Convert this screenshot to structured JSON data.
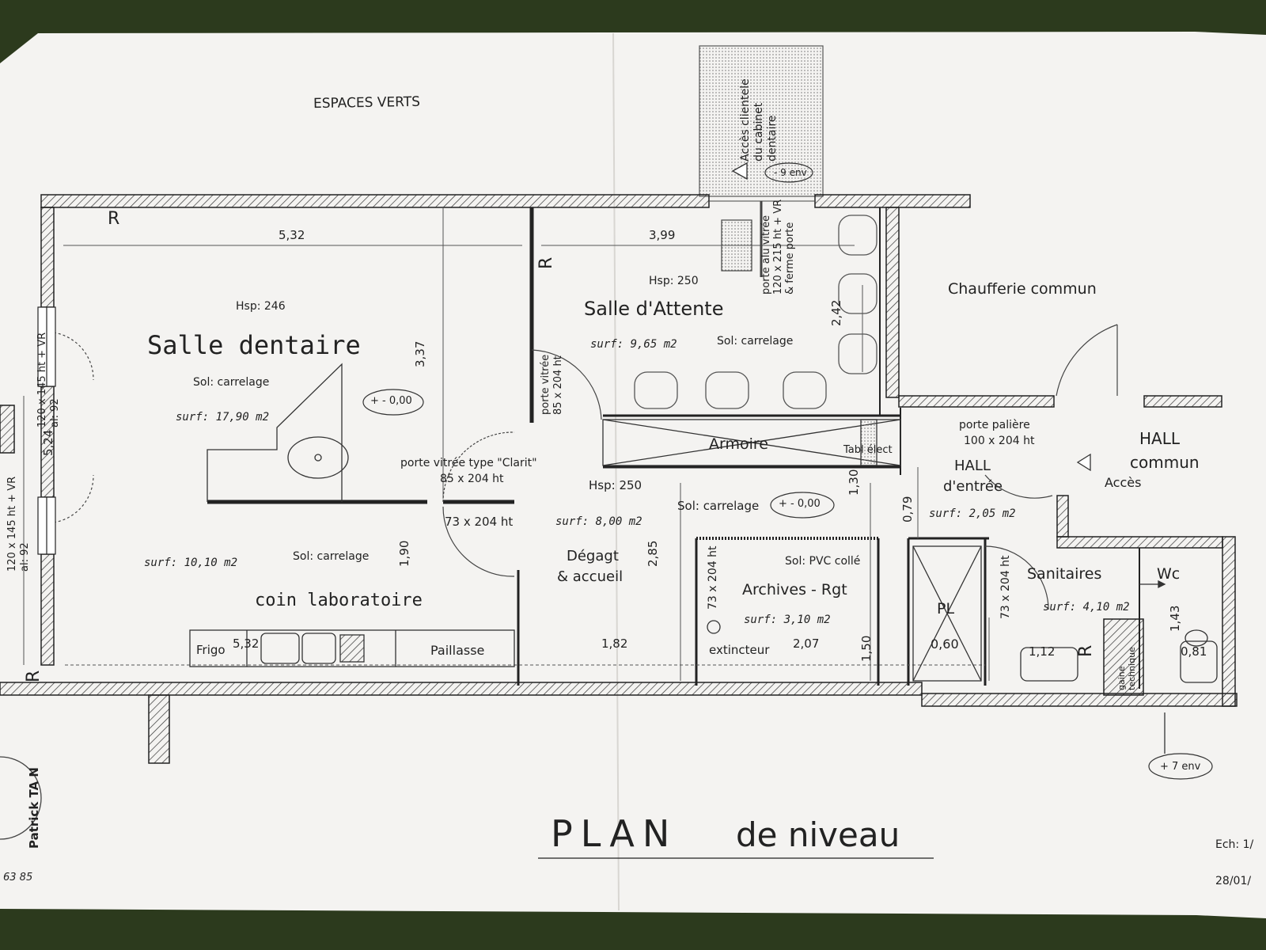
{
  "plan": {
    "title_word": "PLAN",
    "title_rest": "de niveau",
    "espaces_verts": "ESPACES VERTS",
    "acces_clientele": [
      "Accès clientele",
      "du cabinet",
      "dentaire"
    ],
    "minus9": "- 9 env",
    "plus7": "+ 7 env",
    "ech": "Ech: 1/",
    "date": "28/01/",
    "author": "Patrick TA N",
    "phone_frag": "63 85"
  },
  "rooms": {
    "salle_dentaire": {
      "name": "Salle dentaire",
      "hsp": "Hsp: 246",
      "sol": "Sol: carrelage",
      "surf": "surf: 17,90 m2",
      "level": "+ - 0,00"
    },
    "salle_attente": {
      "name": "Salle d'Attente",
      "hsp": "Hsp: 250",
      "sol": "Sol: carrelage",
      "surf": "surf: 9,65 m2"
    },
    "chaufferie": {
      "name": "Chaufferie commun"
    },
    "hall_commun": {
      "name1": "HALL",
      "name2": "commun",
      "acces": "Accès"
    },
    "hall_entree": {
      "name1": "HALL",
      "name2": "d'entrée",
      "surf": "surf: 2,05 m2"
    },
    "porte_paliere": [
      "porte palière",
      "100 x 204 ht"
    ],
    "degagement": {
      "name1": "Dégagt",
      "name2": "& accueil",
      "hsp": "Hsp: 250",
      "surf": "surf: 8,00 m2",
      "sol": "Sol: carrelage",
      "level": "+ - 0,00"
    },
    "armoire": "Armoire",
    "tabl_elect": "Tabl élect",
    "coin_labo": {
      "name": "coin laboratoire",
      "surf": "surf: 10,10 m2",
      "sol": "Sol: carrelage",
      "frigo": "Frigo",
      "paillasse": "Paillasse"
    },
    "archives": {
      "name": "Archives - Rgt",
      "sol": "Sol: PVC collé",
      "surf": "surf: 3,10 m2",
      "extincteur": "extincteur"
    },
    "sanitaires": {
      "name": "Sanitaires",
      "surf": "surf: 4,10 m2",
      "wc": "Wc",
      "gaine": [
        "gaine",
        "technique"
      ]
    },
    "pl": "PL"
  },
  "doors": {
    "porte_vitree_clarit": [
      "porte vitrée type \"Clarit\"",
      "85 x 204 ht"
    ],
    "porte_vitree": [
      "porte vitrée",
      "85 x 204 ht"
    ],
    "porte_alu": [
      "porte alu vitrée",
      "120 x 215 ht + VR",
      "& ferme porte"
    ],
    "door_73_lab": "73 x 204 ht",
    "door_73_arch": "73 x 204 ht",
    "door_73_san": "73 x 204 ht",
    "window_top": [
      "120 x 145 ht + VR",
      "al: 92"
    ],
    "window_bottom": [
      "120 x 145 ht + VR",
      "al: 92"
    ]
  },
  "dims": {
    "d532_top": "5,32",
    "d399": "3,99",
    "d337": "3,37",
    "d524": "5,24",
    "d242": "2,42",
    "d130": "1,30",
    "d079": "0,79",
    "d190": "1,90",
    "d285": "2,85",
    "d532_bottom": "5,32",
    "d182": "1,82",
    "d207": "2,07",
    "d150": "1,50",
    "d060": "0,60",
    "d112": "1,12",
    "d143": "1,43",
    "d081": "0,81",
    "r": "R"
  }
}
